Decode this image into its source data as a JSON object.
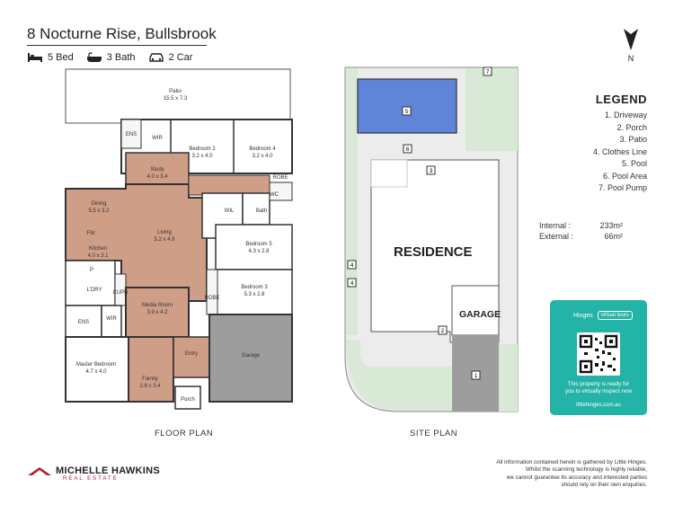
{
  "header": {
    "title": "8 Nocturne Rise, Bullsbrook",
    "features": [
      {
        "icon": "bed-icon",
        "label": "5 Bed"
      },
      {
        "icon": "bath-icon",
        "label": "3 Bath"
      },
      {
        "icon": "car-icon",
        "label": "2 Car"
      }
    ]
  },
  "north": {
    "label": "N"
  },
  "legend": {
    "title": "LEGEND",
    "items": [
      "1. Driveway",
      "2. Porch",
      "3. Patio",
      "4. Clothes Line",
      "5. Pool",
      "6. Pool Area",
      "7. Pool Pump"
    ]
  },
  "areas": {
    "internal_label": "Internal :",
    "internal_value": "233m²",
    "external_label": "External :",
    "external_value": "66m²"
  },
  "floor_plan": {
    "caption": "FLOOR PLAN",
    "rooms": {
      "patio": {
        "name": "Patio",
        "size": "15.5 x 7.3"
      },
      "ens_top": {
        "name": "ENS"
      },
      "wir_top": {
        "name": "WIR"
      },
      "bedroom2": {
        "name": "Bedroom 2",
        "size": "3.2 x 4.0"
      },
      "bedroom4": {
        "name": "Bedroom 4",
        "size": "3.2 x 4.0"
      },
      "robe_top": {
        "name": "ROBE"
      },
      "study": {
        "name": "Study",
        "size": "4.0 x 3.4"
      },
      "dining": {
        "name": "Dining",
        "size": "5.5 x 3.2"
      },
      "wc": {
        "name": "WC"
      },
      "wil": {
        "name": "WIL"
      },
      "bath": {
        "name": "Bath"
      },
      "living": {
        "name": "Living",
        "size": "5.2 x 4.9"
      },
      "fw": {
        "name": "FW"
      },
      "kitchen": {
        "name": "Kitchen",
        "size": "4.0 x 3.1"
      },
      "bedroom5": {
        "name": "Bedroom 5",
        "size": "4.3 x 2.8"
      },
      "pantry": {
        "name": "P"
      },
      "laundry": {
        "name": "L'DRY"
      },
      "cupd": {
        "name": "CUPD"
      },
      "robe_mid": {
        "name": "ROBE"
      },
      "bedroom3": {
        "name": "Bedroom 3",
        "size": "5.3 x 2.8"
      },
      "ens_bottom": {
        "name": "ENS"
      },
      "wir_bottom": {
        "name": "WIR"
      },
      "media": {
        "name": "Media Room",
        "size": "3.9 x 4.2"
      },
      "garage": {
        "name": "Garage"
      },
      "master": {
        "name": "Master Bedroom",
        "size": "4.7 x 4.0"
      },
      "entry": {
        "name": "Entry"
      },
      "family": {
        "name": "Family",
        "size": "2.8 x 3.4"
      },
      "porch": {
        "name": "Porch"
      }
    }
  },
  "site_plan": {
    "caption": "SITE PLAN",
    "residence": "RESIDENCE",
    "garage": "GARAGE",
    "markers": [
      "1",
      "2",
      "3",
      "4",
      "4",
      "5",
      "6",
      "7"
    ]
  },
  "virtual_tour": {
    "brand": "Hinges",
    "badge": "virtual tours",
    "message_line1": "This property is ready for",
    "message_line2": "you to virtually inspect now",
    "url": "littlehinges.com.au"
  },
  "agent": {
    "name": "MICHELLE HAWKINS",
    "sub": "REAL ESTATE"
  },
  "disclaimer": [
    "All information contained herein is gathered by Little Hinges.",
    "Whilst the scanning technology is highly reliable,",
    "we cannot guarantee its accuracy and interested parties",
    "should rely on their own enquiries."
  ],
  "colors": {
    "pool": "#5f84d8",
    "grass": "#d8ead6",
    "paving": "#ececec",
    "driveway": "#9d9d9d",
    "floor_fill": "#cf9e87",
    "tour_card": "#24b3a7",
    "brand_red": "#b21f2d"
  }
}
